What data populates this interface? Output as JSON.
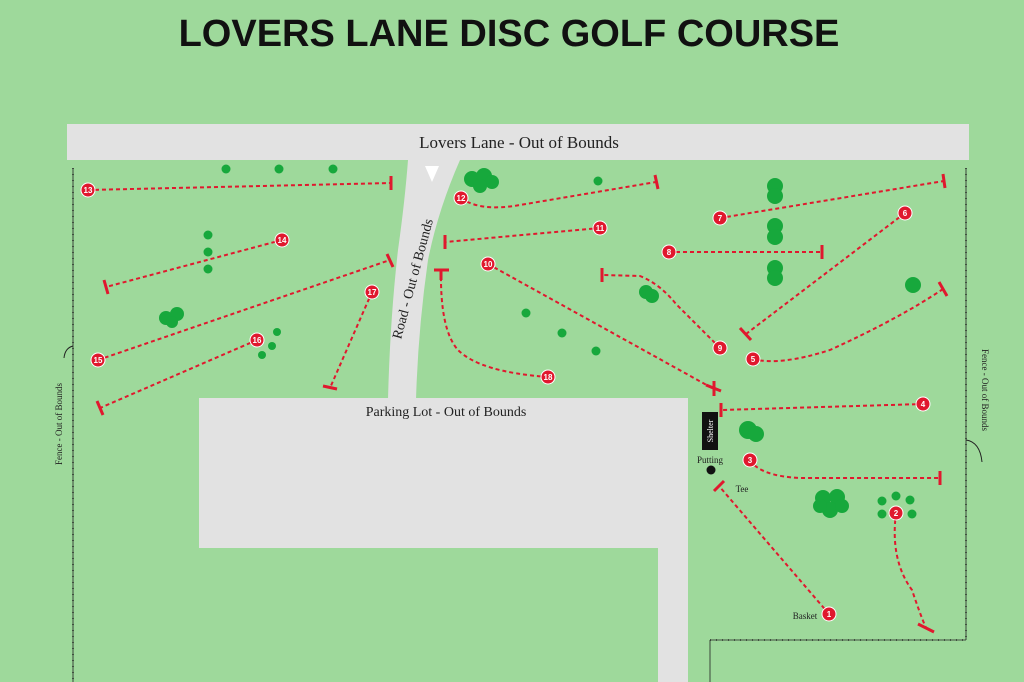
{
  "title": "LOVERS LANE DISC GOLF COURSE",
  "labels": {
    "lovers_lane": "Lovers Lane - Out of Bounds",
    "road": "Road - Out of Bounds",
    "parking": "Parking Lot - Out of Bounds",
    "fence_left": "Fence - Out of Bounds",
    "fence_right": "Fence - Out of Bounds",
    "shelter": "Shelter",
    "putting": "Putting",
    "tee": "Tee",
    "basket": "Basket"
  },
  "holes": [
    "1",
    "2",
    "3",
    "4",
    "5",
    "6",
    "7",
    "8",
    "9",
    "10",
    "11",
    "12",
    "13",
    "14",
    "15",
    "16",
    "17",
    "18"
  ],
  "colors": {
    "grass": "#9ed99b",
    "road": "#e2e2e2",
    "tree": "#17a83c",
    "fairway_line": "#e0182e",
    "marker": "#e0182e"
  }
}
